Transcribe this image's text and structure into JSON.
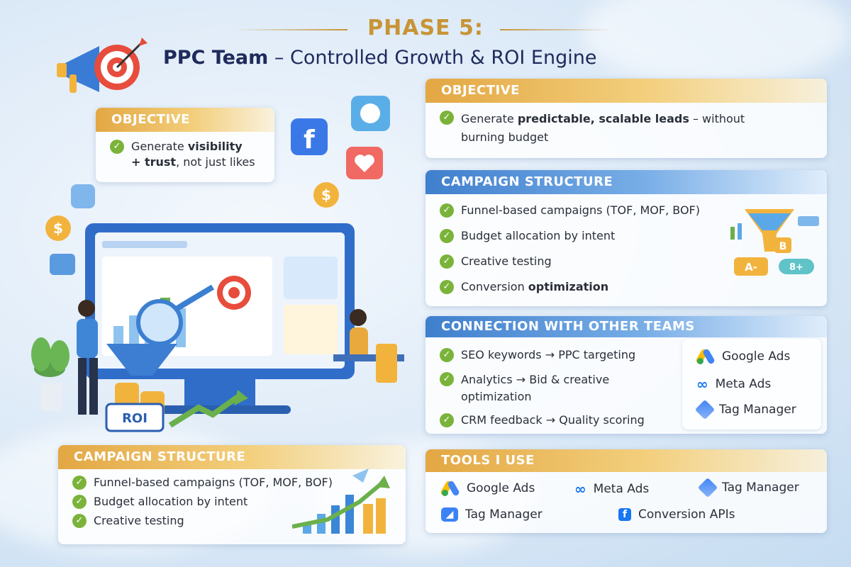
{
  "header": {
    "phase": "PHASE 5:",
    "title_bold": "PPC Team",
    "title_rest": " – Controlled Growth & ROI Engine"
  },
  "left_objective": {
    "heading": "OBJECTIVE",
    "line1_pre": "Generate ",
    "line1_bold": "visibility",
    "line2_bold": "+ trust",
    "line2_rest": ", not just likes"
  },
  "left_campaign": {
    "heading": "CAMPAIGN STRUCTURE",
    "items": [
      "Funnel-based campaigns (TOF, MOF, BOF)",
      "Budget allocation by intent",
      "Creative testing"
    ]
  },
  "illustration": {
    "roi_label": "ROI"
  },
  "right_objective": {
    "heading": "OBJECTIVE",
    "pre": "Generate ",
    "bold": "predictable, scalable leads",
    "post": " – without",
    "line2": "burning budget"
  },
  "right_campaign": {
    "heading": "CAMPAIGN STRUCTURE",
    "items": [
      "Funnel-based campaigns (TOF, MOF, BOF)",
      "Budget allocation by intent",
      "Creative testing"
    ],
    "last_pre": "Conversion ",
    "last_bold": "optimization",
    "funnel_labels": [
      "B",
      "A-",
      "8+"
    ]
  },
  "connection": {
    "heading": "CONNECTION WITH OTHER TEAMS",
    "items": [
      "SEO keywords → PPC targeting",
      "Analytics → Bid & creative optimization",
      "CRM feedback → Quality scoring"
    ],
    "tools": [
      "Google Ads",
      "Meta Ads",
      "Tag Manager"
    ]
  },
  "tools": {
    "heading": "TOOLS I USE",
    "row1": [
      "Google Ads",
      "Meta Ads",
      "Tag Manager"
    ],
    "row2": [
      "Tag Manager",
      "Conversion APIs"
    ]
  },
  "colors": {
    "gold": "#e3a743",
    "blue": "#3f7fcd",
    "navy": "#1f2a5c",
    "check_green": "#7bb33a"
  },
  "icons": [
    "megaphone-icon",
    "target-icon",
    "facebook-icon",
    "twitter-icon",
    "heart-icon",
    "dollar-icon",
    "chat-icon",
    "monitor-icon",
    "magnifier-icon",
    "funnel-icon",
    "plant-icon",
    "growth-arrow-icon",
    "paper-plane-icon"
  ]
}
